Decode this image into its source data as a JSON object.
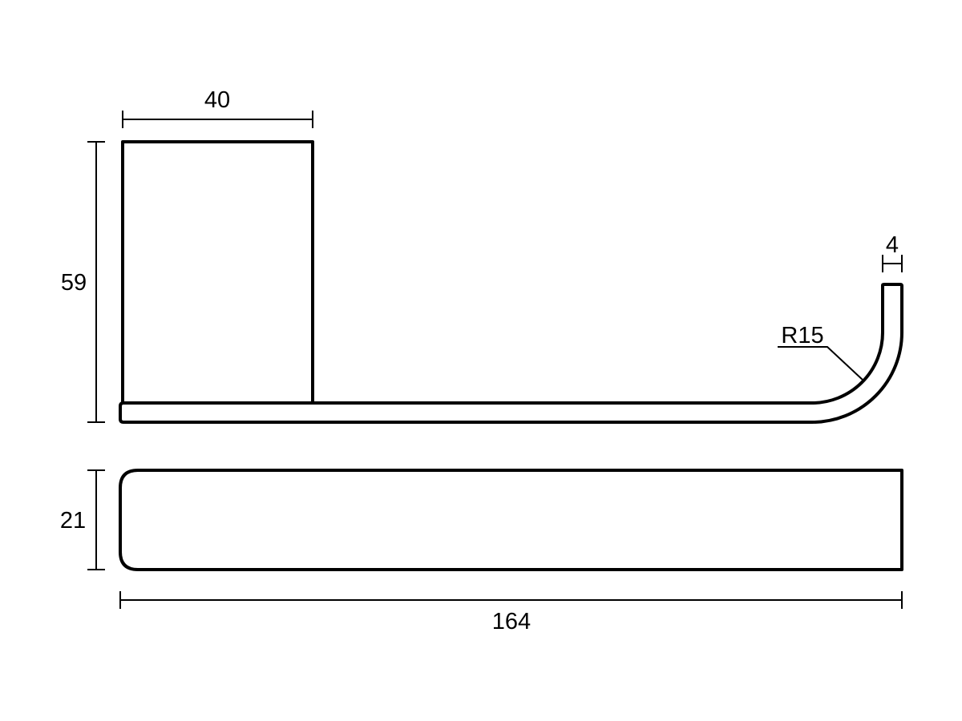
{
  "dimensions": {
    "block_width": "40",
    "overall_height": "59",
    "rod_thickness": "4",
    "bend_radius": "R15",
    "plate_height": "21",
    "overall_length": "164"
  },
  "colors": {
    "line": "#000000",
    "background": "#ffffff"
  }
}
